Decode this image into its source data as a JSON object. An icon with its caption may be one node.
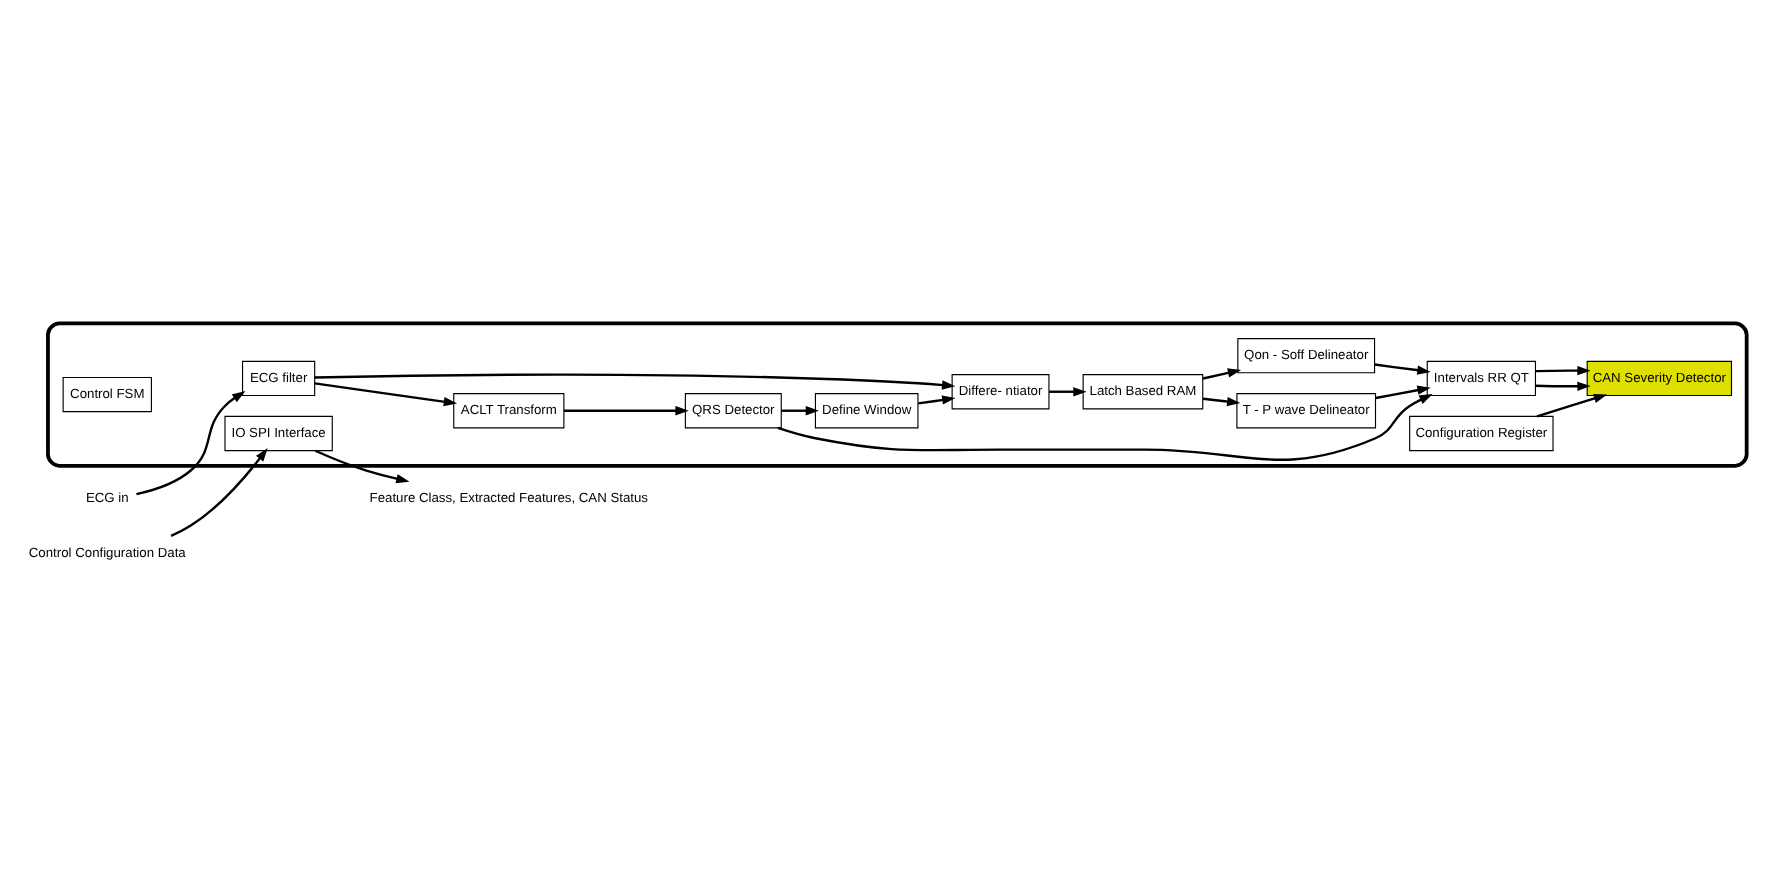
{
  "diagram": {
    "nodes": [
      {
        "text": [],
        "shape": "box"
      },
      {
        "text": [
          "ECG filter"
        ],
        "in": 0
      },
      {
        "text": [
          "ACLT Transform"
        ],
        "in": 0
      },
      {
        "text": [
          "QRS Detector"
        ],
        "in": 0
      },
      {
        "text": [
          "Define Window"
        ],
        "in": 0
      },
      {
        "text": [
          "Differe- ntiator"
        ],
        "in": 0
      },
      {
        "text": [
          "Latch Based RAM"
        ],
        "in": 0
      },
      {
        "text": [
          "Qon - Soff Delineator"
        ],
        "in": 0
      },
      {
        "text": [
          "T - P wave Delineator"
        ],
        "in": 0
      },
      {
        "text": [
          "Intervals RR QT"
        ],
        "in": 0
      },
      {
        "text": [
          "CAN Severity Detector"
        ],
        "in": 0
      },
      {
        "text": [
          "Configuration Register"
        ],
        "in": 0
      },
      {
        "text": [
          "Control FSM"
        ],
        "in": 0
      },
      {
        "text": [
          "IO SPI Interface"
        ],
        "in": 0
      },
      {
        "text": [
          "ECG in"
        ]
      },
      {
        "text": [
          "Control Configuration Data"
        ]
      },
      {
        "text": [
          "Feature Class, Extracted Features, CAN Status"
        ]
      }
    ],
    "edges": [
      {
        "from": 14,
        "to": 1,
        "arrow": "to"
      },
      {
        "from": 1,
        "to": 2,
        "arrow": "to"
      },
      {
        "from": 2,
        "to": 3,
        "arrow": "to"
      },
      {
        "from": 3,
        "to": 9,
        "arrow": "to"
      },
      {
        "from": 3,
        "to": 4,
        "arrow": "to"
      },
      {
        "from": 1,
        "to": 5,
        "arrow": "to"
      },
      {
        "from": 4,
        "to": 5,
        "arrow": "to"
      },
      {
        "from": 5,
        "to": 6,
        "arrow": "to"
      },
      {
        "from": 6,
        "to": 7,
        "arrow": "to"
      },
      {
        "from": 6,
        "to": 8,
        "arrow": "to"
      },
      {
        "from": 7,
        "to": 9,
        "arrow": "to"
      },
      {
        "from": 8,
        "to": 9,
        "arrow": "to"
      },
      {
        "from": 9,
        "to": 10,
        "arrow": "to"
      },
      {
        "from": 9,
        "to": 10,
        "arrow": "to"
      },
      {
        "from": 11,
        "to": 10,
        "arrow": "to"
      },
      {
        "from": 15,
        "to": 13,
        "arrow": "to"
      },
      {
        "from": 13,
        "to": 16,
        "arrow": "to"
      }
    ]
  }
}
